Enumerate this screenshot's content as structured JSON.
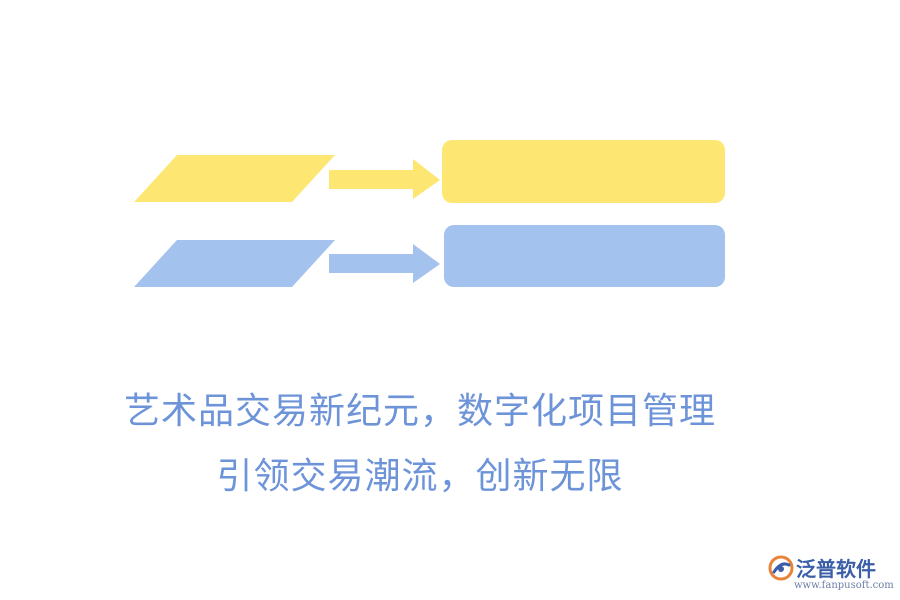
{
  "colors": {
    "yellow": "#fde772",
    "blue": "#a3c2ee",
    "caption": "#6d93d8",
    "logo_orange": "#e8843a",
    "logo_blue": "#3a5fa8"
  },
  "diagram": {
    "rows": [
      {
        "color": "yellow",
        "shapes": [
          "parallelogram",
          "arrow-right",
          "rounded-rectangle"
        ]
      },
      {
        "color": "blue",
        "shapes": [
          "parallelogram",
          "arrow-right",
          "rounded-rectangle"
        ]
      }
    ]
  },
  "caption": {
    "line1": "艺术品交易新纪元，数字化项目管理",
    "line2": "引领交易潮流，创新无限"
  },
  "logo": {
    "name": "泛普软件",
    "url": "www.fanpusoft.com",
    "mark_icon": "fanpu-logo-icon"
  }
}
